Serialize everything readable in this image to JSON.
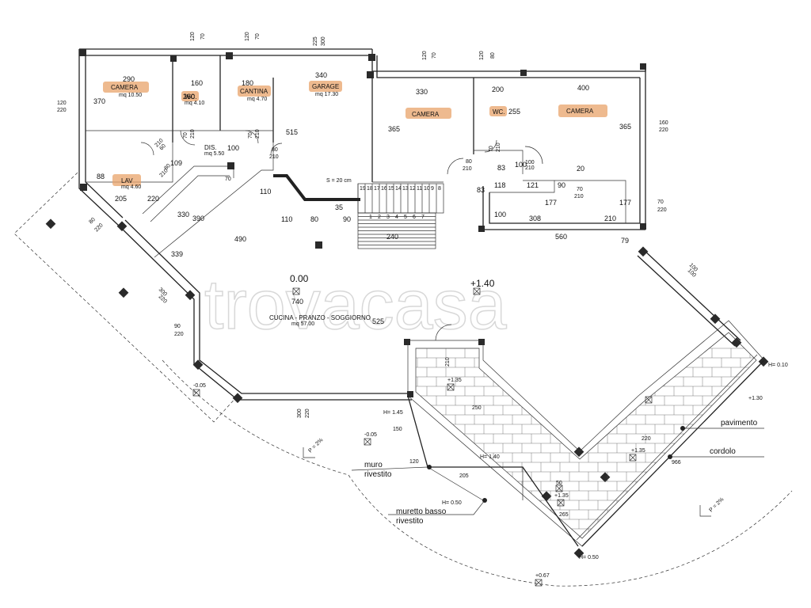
{
  "rooms": {
    "camera_1": {
      "name": "CAMERA",
      "area": "mq 10.50"
    },
    "wc_1": {
      "name": "WC.",
      "area": "mq 4.10"
    },
    "cantina": {
      "name": "CANTINA",
      "area": "mq 4.70"
    },
    "garage": {
      "name": "GARAGE",
      "area": "mq 17.30"
    },
    "camera_2": {
      "name": "CAMERA"
    },
    "wc_2": {
      "name": "WC."
    },
    "camera_3": {
      "name": "CAMERA"
    },
    "dis": {
      "name": "DIS.",
      "area": "mq 5.50"
    },
    "lav": {
      "name": "LAV",
      "area": "mq 4.60"
    },
    "living": {
      "name": "CUCINA - PRANZO - SOGGIORNO",
      "area": "mq 57.00"
    }
  },
  "levels": {
    "ground": "0.00",
    "raised": "+1.40",
    "terrace_1": "+1.35",
    "terrace_2": "+1.35",
    "terrace_3": "+1.35",
    "neg_1": "-0.05",
    "neg_2": "-0.05",
    "bottom": "+0.67",
    "h_145": "H= 1.45",
    "h_140": "H= 1.40",
    "h_050": "H= 0.50",
    "h_050b": "H= 0.50",
    "h_010": "H= 0.10",
    "h_130": "+1.30"
  },
  "stairs": {
    "slope_label": "S = 20 cm",
    "steps": [
      "19",
      "18",
      "17",
      "16",
      "15",
      "14",
      "13",
      "12",
      "11",
      "10",
      "9",
      "8"
    ],
    "lower_steps": [
      "1",
      "2",
      "3",
      "4",
      "5",
      "6",
      "7"
    ]
  },
  "dimensions": {
    "d290": "290",
    "d160": "160",
    "d180": "180",
    "d340": "340",
    "d330": "330",
    "d200": "200",
    "d400": "400",
    "d370": "370",
    "d260": "260",
    "d515": "515",
    "d365a": "365",
    "d255": "255",
    "d365b": "365",
    "d100a": "100",
    "d109": "109",
    "d88": "88",
    "d205": "205",
    "d220a": "220",
    "d330b": "330",
    "d390": "390",
    "d110a": "110",
    "d110b": "110",
    "d80a": "80",
    "d35": "35",
    "d90a": "90",
    "d240": "240",
    "d490": "490",
    "d339": "339",
    "d740": "740",
    "d525": "525",
    "d118": "118",
    "d121": "121",
    "d90b": "90",
    "d177a": "177",
    "d177b": "177",
    "d83a": "83",
    "d83b": "83",
    "d100b": "100",
    "d100c": "100",
    "d308": "308",
    "d210": "210",
    "d560": "560",
    "d79": "79",
    "d20": "20",
    "d250": "250",
    "d150": "150",
    "d120": "120",
    "d205b": "205",
    "d220b": "220",
    "d265": "265",
    "d966": "966",
    "d50": "50",
    "win_120_70a": "120",
    "win_70a": "70",
    "win_120_70b": "120",
    "win_70b": "70",
    "win_300": "300",
    "win_225": "225",
    "win_120c": "120",
    "win_70c": "70",
    "win_120d": "120",
    "win_80d": "80",
    "win_left_120": "120",
    "win_left_220": "220",
    "win_right_160": "160",
    "win_right_220": "220",
    "win_70_220": "70",
    "win_220": "220",
    "win_100": "100",
    "win_100b": "100",
    "win_90": "90",
    "win_220c": "220",
    "win_300b": "300",
    "win_220d": "220",
    "win_80": "80",
    "win_220e": "220",
    "win_300c": "300",
    "win_220f": "220",
    "door_70_210a": "70",
    "door_210a": "210",
    "door_70_210b": "70",
    "door_210b": "210",
    "door_80_210": "80",
    "door_210c": "210",
    "door_80": "80",
    "door_210d": "210",
    "door_100_210": "100",
    "door_210e": "210",
    "door_70_210c": "70",
    "door_210f": "210",
    "door_70_210d": "70",
    "door_210g": "210",
    "door_60": "60",
    "door_210h": "210",
    "door_80b": "80",
    "door_210i": "210",
    "door_70e": "70",
    "door_210j": "210"
  },
  "slopes": {
    "left": "P = 2%",
    "right": "P = 2%"
  },
  "legend": {
    "muro": "muro",
    "rivestito": "rivestito",
    "muretto": "muretto basso",
    "rivestito2": "rivestito",
    "pavimento": "pavimento",
    "cordolo": "cordolo"
  },
  "watermark": "trovacasa"
}
